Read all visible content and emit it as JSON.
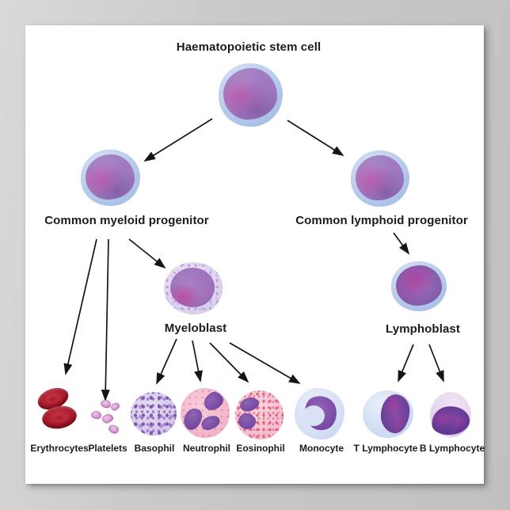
{
  "labels": {
    "title": "Haematopoietic stem cell",
    "myeloid_progenitor": "Common myeloid progenitor",
    "lymphoid_progenitor": "Common lymphoid progenitor",
    "myeloblast": "Myeloblast",
    "lymphoblast": "Lymphoblast",
    "erythrocytes": "Erythrocytes",
    "platelets": "Platelets",
    "basophil": "Basophil",
    "neutrophil": "Neutrophil",
    "eosinophil": "Eosinophil",
    "monocyte": "Monocyte",
    "t_lymphocyte": "T Lymphocyte",
    "b_lymphocyte": "B Lymphocyte"
  },
  "lineage": [
    {
      "from": "Haematopoietic stem cell",
      "to": "Common myeloid progenitor"
    },
    {
      "from": "Haematopoietic stem cell",
      "to": "Common lymphoid progenitor"
    },
    {
      "from": "Common myeloid progenitor",
      "to": "Erythrocytes"
    },
    {
      "from": "Common myeloid progenitor",
      "to": "Platelets"
    },
    {
      "from": "Common myeloid progenitor",
      "to": "Myeloblast"
    },
    {
      "from": "Common lymphoid progenitor",
      "to": "Lymphoblast"
    },
    {
      "from": "Myeloblast",
      "to": "Basophil"
    },
    {
      "from": "Myeloblast",
      "to": "Neutrophil"
    },
    {
      "from": "Myeloblast",
      "to": "Eosinophil"
    },
    {
      "from": "Myeloblast",
      "to": "Monocyte"
    },
    {
      "from": "Lymphoblast",
      "to": "T Lymphocyte"
    },
    {
      "from": "Lymphoblast",
      "to": "B Lymphocyte"
    }
  ],
  "colors": {
    "backdrop_gray": "#c7c5c5",
    "poster_white": "#ffffff",
    "text": "#1b1b1b",
    "arrow": "#151515",
    "cell_rim_blue": "#a9c2e7",
    "progenitor_nucleus_purple": "#9e7cbe",
    "nucleus_magenta_patch": "#be52aa",
    "myeloblast_cytoplasm": "#dacfec",
    "erythrocyte_red": "#b52434",
    "platelet_purple": "#b868b8",
    "basophil_granule_purple": "#7c54ae",
    "neutrophil_cytoplasm_pink": "#f0b2c7",
    "eosinophil_granule_red": "#e0607f",
    "monocyte_cytoplasm_blue": "#d6dff5",
    "lymphocyte_nucleus_purple": "#5a3189",
    "b_lymphocyte_cytoplasm": "#e3d3ec"
  }
}
